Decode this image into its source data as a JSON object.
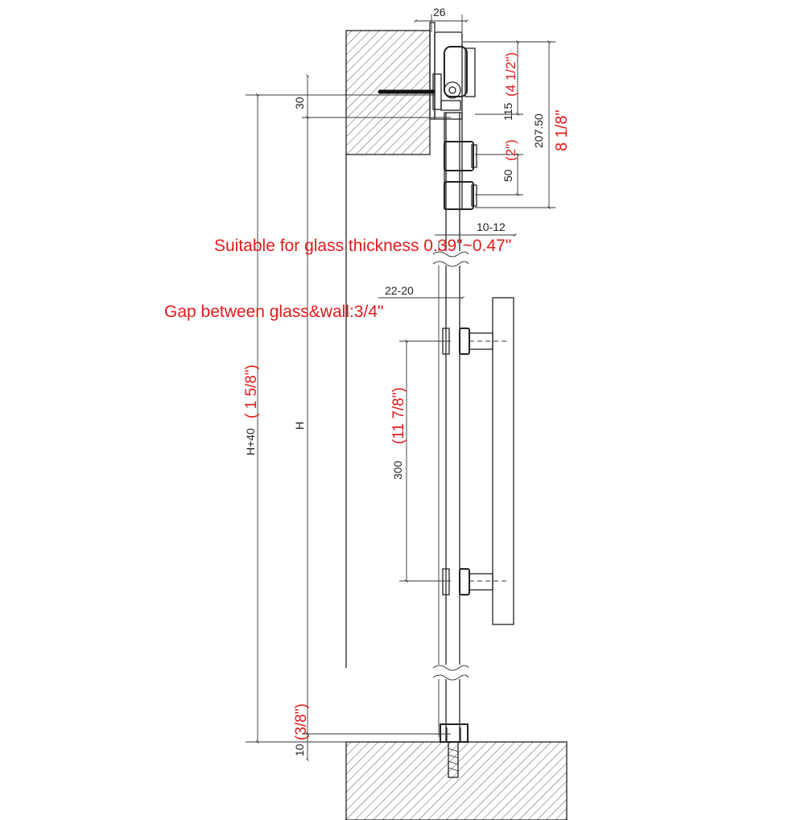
{
  "dimensions": {
    "top_width": "26",
    "track_offset": "30",
    "roller_height": "115",
    "roller_height_in": "(4 1/2\")",
    "roller_spacing": "50",
    "roller_spacing_in": "(2\")",
    "overall_height": "207.50",
    "overall_height_in": "8 1/8\"",
    "glass_range": "10-12",
    "gap_range": "22-20",
    "handle_centers": "300",
    "handle_centers_in": "(11 7/8\")",
    "total_height": "H+40",
    "total_height_in": "( 1 5/8\")",
    "door_height": "H",
    "floor_gap": "10",
    "floor_gap_in": "(3/8\")"
  },
  "notes": {
    "glass_thickness": "Suitable for glass thickness 0.39\"~0.47\"",
    "gap": "Gap between glass&wall:3/4\""
  },
  "colors": {
    "line": "#222222",
    "annotation_red": "#e01b1b"
  }
}
